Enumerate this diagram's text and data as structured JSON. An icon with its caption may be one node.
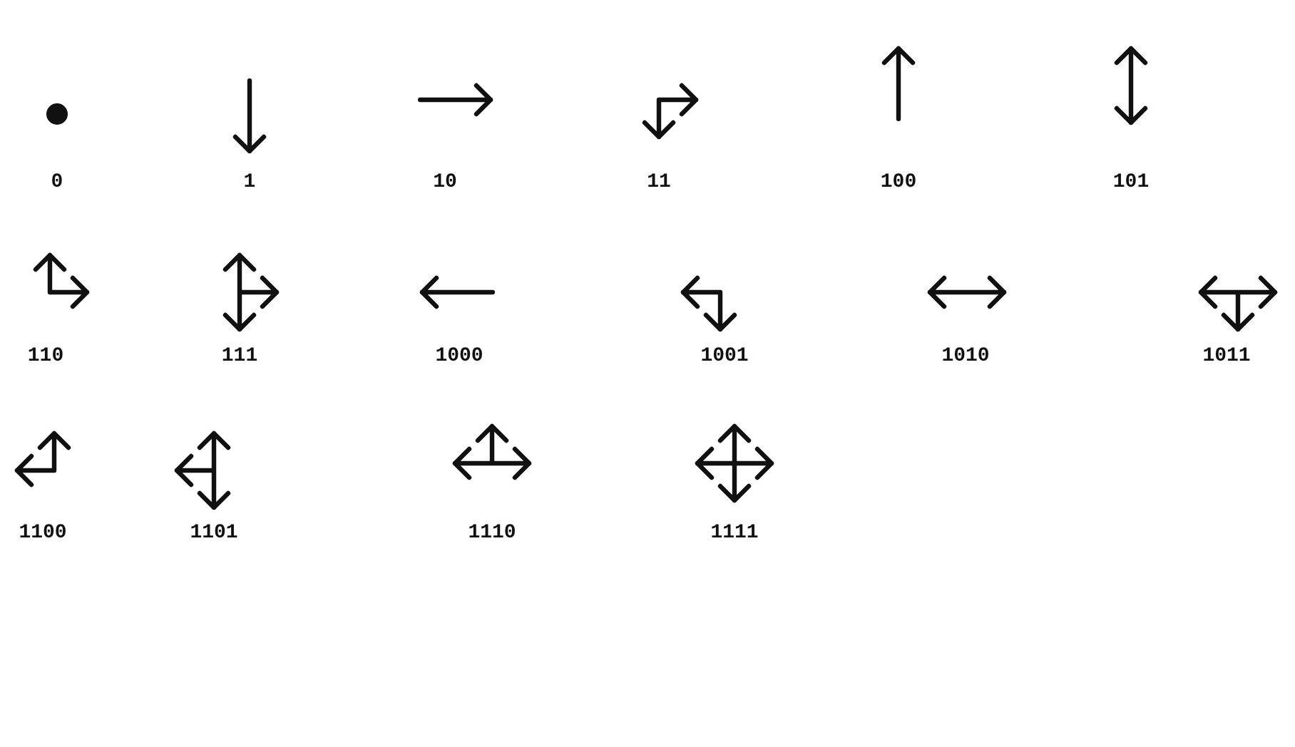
{
  "diagram": {
    "labels": [
      "0",
      "1",
      "10",
      "11",
      "100",
      "101",
      "110",
      "111",
      "1000",
      "1001",
      "1010",
      "1011",
      "1100",
      "1101",
      "1110",
      "1111"
    ]
  }
}
